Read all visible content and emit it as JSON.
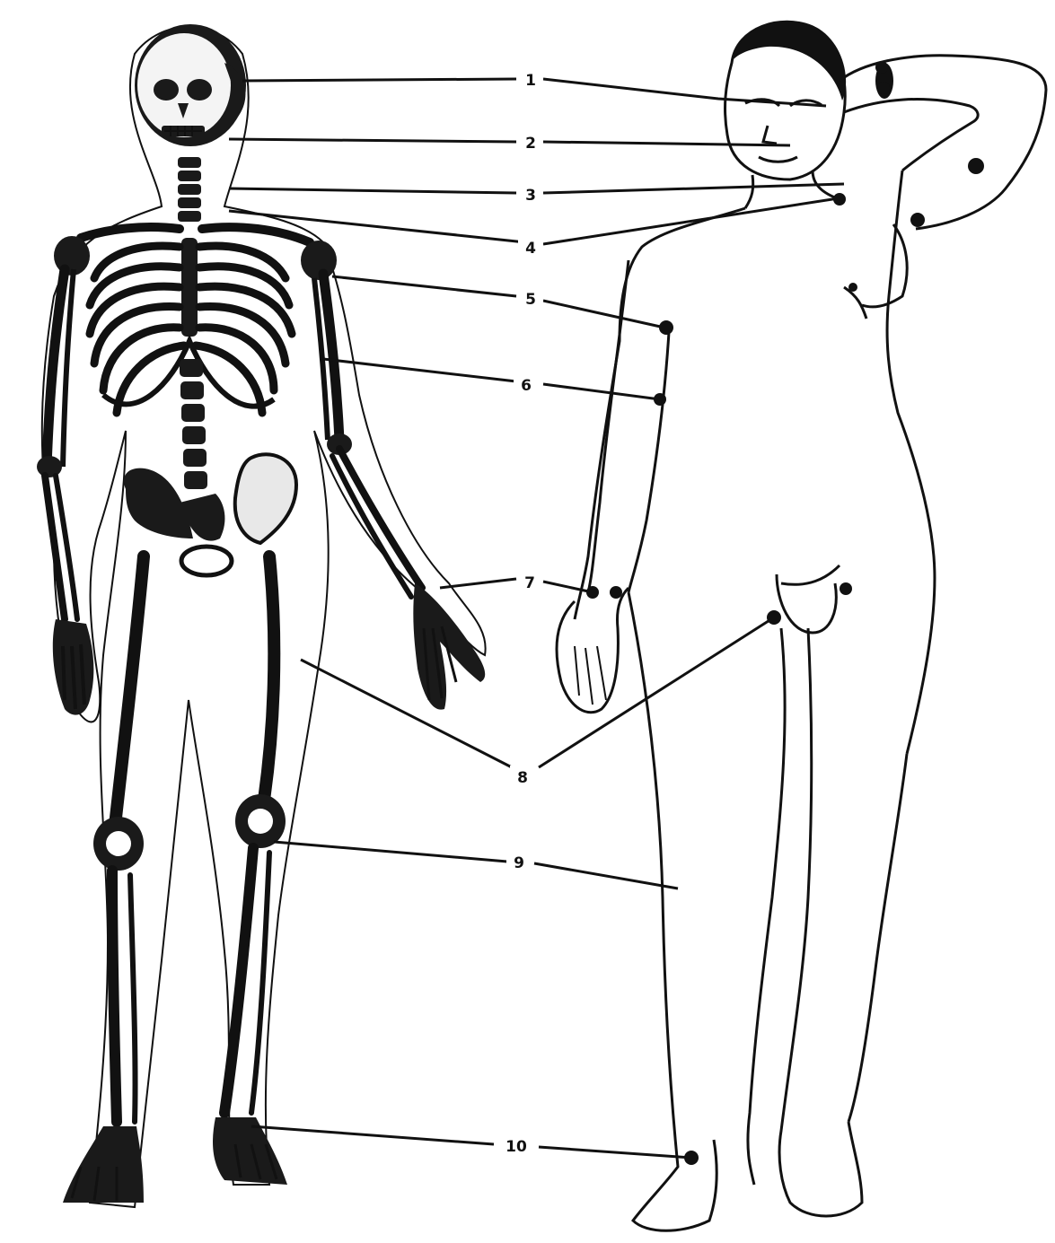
{
  "figure": {
    "ink_color": "#111111",
    "paper_color": "#ffffff"
  },
  "callouts": [
    {
      "id": 1,
      "label": "1"
    },
    {
      "id": 2,
      "label": "2"
    },
    {
      "id": 3,
      "label": "3"
    },
    {
      "id": 4,
      "label": "4"
    },
    {
      "id": 5,
      "label": "5"
    },
    {
      "id": 6,
      "label": "6"
    },
    {
      "id": 7,
      "label": "7"
    },
    {
      "id": 8,
      "label": "8"
    },
    {
      "id": 9,
      "label": "9"
    },
    {
      "id": 10,
      "label": "10"
    }
  ]
}
